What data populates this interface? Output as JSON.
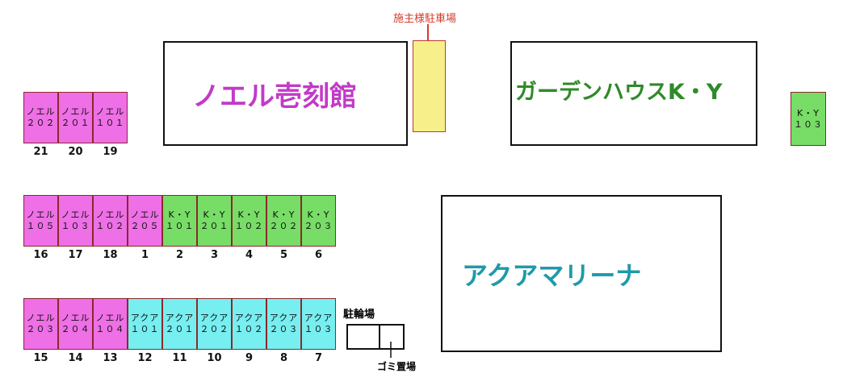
{
  "owner_parking": {
    "label": "施主様駐車場",
    "color": "#f7f08a",
    "arrow_color": "#d63a2a"
  },
  "buildings": {
    "noel": {
      "name": "ノエル壱刻館",
      "color": "#c23ac8"
    },
    "garden": {
      "name": "ガーデンハウスK・Y",
      "color": "#2f8a2a"
    },
    "aqua": {
      "name": "アクアマリーナ",
      "color": "#1f9aa8"
    }
  },
  "bike_parking": {
    "label": "駐輪場"
  },
  "garbage": {
    "label": "ゴミ置場"
  },
  "colors": {
    "noel": "#ee6fe6",
    "ky": "#77dd66",
    "aqua": "#77eef0"
  },
  "row_top": {
    "slots": [
      {
        "line1": "ノエル",
        "line2": "２０２",
        "num": "21",
        "color": "noel"
      },
      {
        "line1": "ノエル",
        "line2": "２０１",
        "num": "20",
        "color": "noel"
      },
      {
        "line1": "ノエル",
        "line2": "１０１",
        "num": "19",
        "color": "noel"
      }
    ]
  },
  "ky_single": {
    "line1": "K・Y",
    "line2": "１０３",
    "color": "ky"
  },
  "row_middle": {
    "slots": [
      {
        "line1": "ノエル",
        "line2": "１０５",
        "num": "16",
        "color": "noel"
      },
      {
        "line1": "ノエル",
        "line2": "１０３",
        "num": "17",
        "color": "noel"
      },
      {
        "line1": "ノエル",
        "line2": "１０２",
        "num": "18",
        "color": "noel"
      },
      {
        "line1": "ノエル",
        "line2": "２０５",
        "num": "1",
        "color": "noel"
      },
      {
        "line1": "K・Y",
        "line2": "１０１",
        "num": "2",
        "color": "ky"
      },
      {
        "line1": "K・Y",
        "line2": "２０１",
        "num": "3",
        "color": "ky"
      },
      {
        "line1": "K・Y",
        "line2": "１０２",
        "num": "4",
        "color": "ky"
      },
      {
        "line1": "K・Y",
        "line2": "２０２",
        "num": "5",
        "color": "ky"
      },
      {
        "line1": "K・Y",
        "line2": "２０３",
        "num": "6",
        "color": "ky"
      }
    ]
  },
  "row_bottom": {
    "slots": [
      {
        "line1": "ノエル",
        "line2": "２０３",
        "num": "15",
        "color": "noel"
      },
      {
        "line1": "ノエル",
        "line2": "２０４",
        "num": "14",
        "color": "noel"
      },
      {
        "line1": "ノエル",
        "line2": "１０４",
        "num": "13",
        "color": "noel"
      },
      {
        "line1": "アクア",
        "line2": "１０１",
        "num": "12",
        "color": "aqua"
      },
      {
        "line1": "アクア",
        "line2": "２０１",
        "num": "11",
        "color": "aqua"
      },
      {
        "line1": "アクア",
        "line2": "２０２",
        "num": "10",
        "color": "aqua"
      },
      {
        "line1": "アクア",
        "line2": "１０２",
        "num": "9",
        "color": "aqua"
      },
      {
        "line1": "アクア",
        "line2": "２０３",
        "num": "8",
        "color": "aqua"
      },
      {
        "line1": "アクア",
        "line2": "１０３",
        "num": "7",
        "color": "aqua"
      }
    ]
  }
}
